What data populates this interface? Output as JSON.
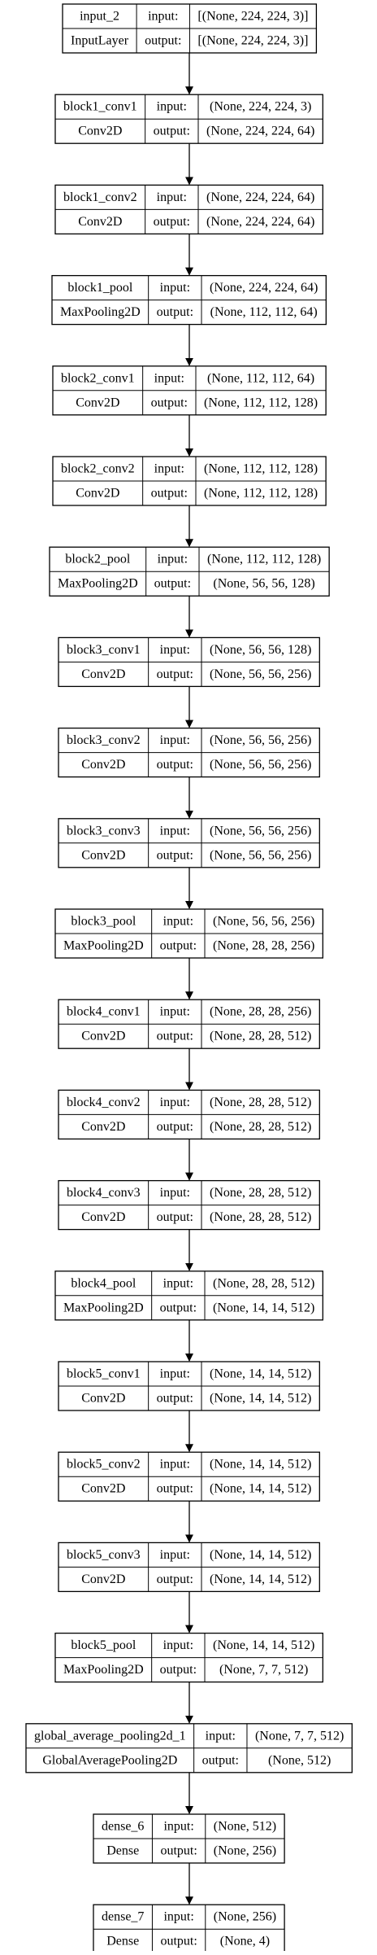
{
  "labels": {
    "input": "input:",
    "output": "output:"
  },
  "layers": [
    {
      "name": "input_2",
      "type": "InputLayer",
      "input": "[(None, 224, 224, 3)]",
      "output": "[(None, 224, 224, 3)]"
    },
    {
      "name": "block1_conv1",
      "type": "Conv2D",
      "input": "(None, 224, 224, 3)",
      "output": "(None, 224, 224, 64)"
    },
    {
      "name": "block1_conv2",
      "type": "Conv2D",
      "input": "(None, 224, 224, 64)",
      "output": "(None, 224, 224, 64)"
    },
    {
      "name": "block1_pool",
      "type": "MaxPooling2D",
      "input": "(None, 224, 224, 64)",
      "output": "(None, 112, 112, 64)"
    },
    {
      "name": "block2_conv1",
      "type": "Conv2D",
      "input": "(None, 112, 112, 64)",
      "output": "(None, 112, 112, 128)"
    },
    {
      "name": "block2_conv2",
      "type": "Conv2D",
      "input": "(None, 112, 112, 128)",
      "output": "(None, 112, 112, 128)"
    },
    {
      "name": "block2_pool",
      "type": "MaxPooling2D",
      "input": "(None, 112, 112, 128)",
      "output": "(None, 56, 56, 128)"
    },
    {
      "name": "block3_conv1",
      "type": "Conv2D",
      "input": "(None, 56, 56, 128)",
      "output": "(None, 56, 56, 256)"
    },
    {
      "name": "block3_conv2",
      "type": "Conv2D",
      "input": "(None, 56, 56, 256)",
      "output": "(None, 56, 56, 256)"
    },
    {
      "name": "block3_conv3",
      "type": "Conv2D",
      "input": "(None, 56, 56, 256)",
      "output": "(None, 56, 56, 256)"
    },
    {
      "name": "block3_pool",
      "type": "MaxPooling2D",
      "input": "(None, 56, 56, 256)",
      "output": "(None, 28, 28, 256)"
    },
    {
      "name": "block4_conv1",
      "type": "Conv2D",
      "input": "(None, 28, 28, 256)",
      "output": "(None, 28, 28, 512)"
    },
    {
      "name": "block4_conv2",
      "type": "Conv2D",
      "input": "(None, 28, 28, 512)",
      "output": "(None, 28, 28, 512)"
    },
    {
      "name": "block4_conv3",
      "type": "Conv2D",
      "input": "(None, 28, 28, 512)",
      "output": "(None, 28, 28, 512)"
    },
    {
      "name": "block4_pool",
      "type": "MaxPooling2D",
      "input": "(None, 28, 28, 512)",
      "output": "(None, 14, 14, 512)"
    },
    {
      "name": "block5_conv1",
      "type": "Conv2D",
      "input": "(None, 14, 14, 512)",
      "output": "(None, 14, 14, 512)"
    },
    {
      "name": "block5_conv2",
      "type": "Conv2D",
      "input": "(None, 14, 14, 512)",
      "output": "(None, 14, 14, 512)"
    },
    {
      "name": "block5_conv3",
      "type": "Conv2D",
      "input": "(None, 14, 14, 512)",
      "output": "(None, 14, 14, 512)"
    },
    {
      "name": "block5_pool",
      "type": "MaxPooling2D",
      "input": "(None, 14, 14, 512)",
      "output": "(None, 7, 7, 512)"
    },
    {
      "name": "global_average_pooling2d_1",
      "type": "GlobalAveragePooling2D",
      "input": "(None, 7, 7, 512)",
      "output": "(None, 512)"
    },
    {
      "name": "dense_6",
      "type": "Dense",
      "input": "(None, 512)",
      "output": "(None, 256)"
    },
    {
      "name": "dense_7",
      "type": "Dense",
      "input": "(None, 256)",
      "output": "(None, 4)"
    }
  ]
}
